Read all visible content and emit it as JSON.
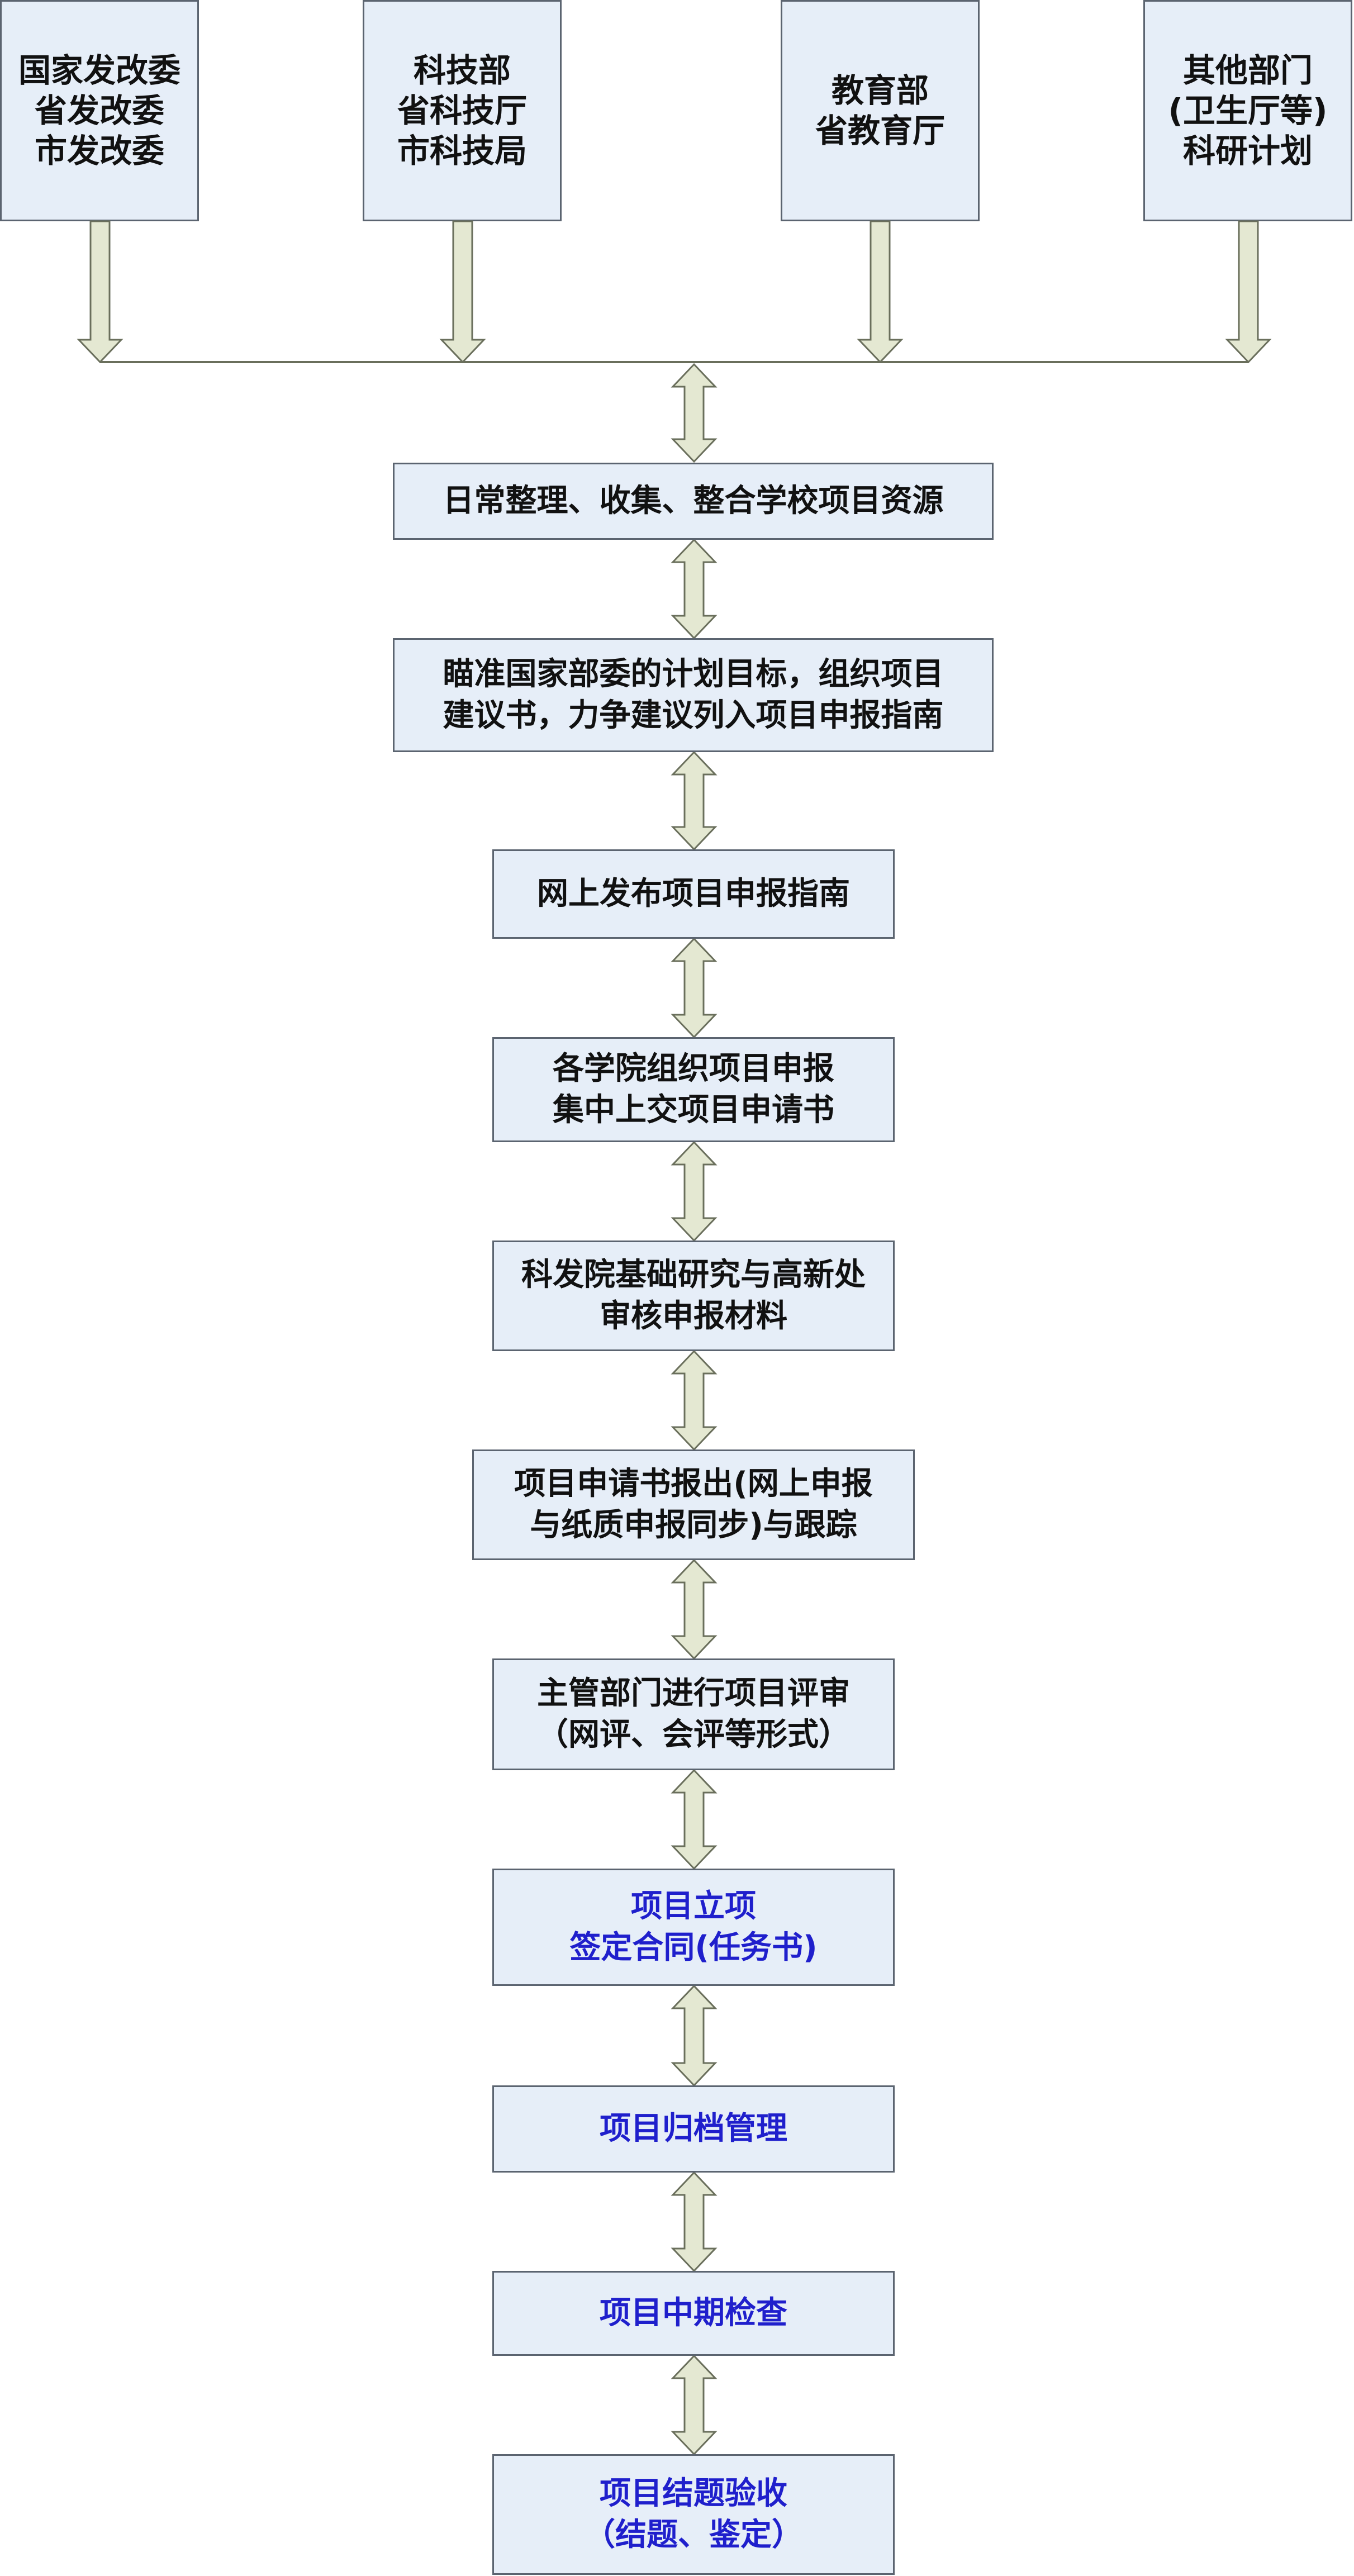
{
  "top_sources": [
    {
      "lines": [
        "国家发改委",
        "省发改委",
        "市发改委"
      ]
    },
    {
      "lines": [
        "科技部",
        "省科技厅",
        "市科技局"
      ]
    },
    {
      "lines": [
        "教育部",
        "省教育厅"
      ]
    },
    {
      "lines": [
        "其他部门",
        "(卫生厅等)",
        "科研计划"
      ]
    }
  ],
  "steps": [
    {
      "lines": [
        "日常整理、收集、整合学校项目资源"
      ]
    },
    {
      "lines": [
        "瞄准国家部委的计划目标，组织项目",
        "建议书，力争建议列入项目申报指南"
      ]
    },
    {
      "lines": [
        "网上发布项目申报指南"
      ]
    },
    {
      "lines": [
        "各学院组织项目申报",
        "集中上交项目申请书"
      ]
    },
    {
      "lines": [
        "科发院基础研究与高新处",
        "审核申报材料"
      ]
    },
    {
      "lines": [
        "项目申请书报出(网上申报",
        "与纸质申报同步)与跟踪"
      ]
    },
    {
      "lines": [
        "主管部门进行项目评审",
        "（网评、会评等形式）"
      ]
    },
    {
      "lines": [
        "项目立项",
        "签定合同(任务书)"
      ]
    },
    {
      "lines": [
        "项目归档管理"
      ]
    },
    {
      "lines": [
        "项目中期检查"
      ]
    },
    {
      "lines": [
        "项目结题验收",
        "（结题、鉴定）"
      ]
    }
  ],
  "colors": {
    "box_fill": "#e6eef8",
    "box_border": "#5b6470",
    "arrow_fill": "#e4e8d2",
    "arrow_stroke": "#6a6f5c",
    "text_dark": "#111111",
    "text_blue": "#1f1fcc"
  }
}
